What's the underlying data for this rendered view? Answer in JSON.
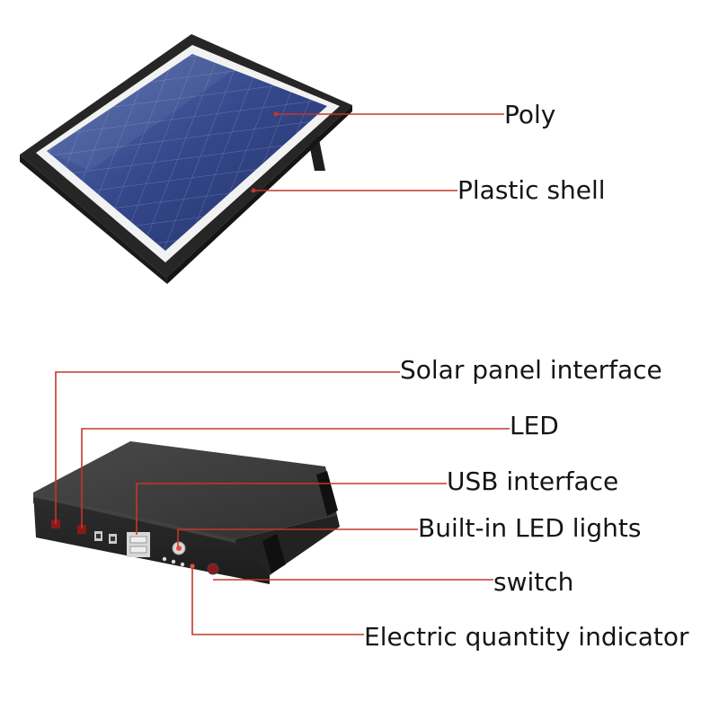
{
  "labels": {
    "poly": "Poly",
    "plastic_shell": "Plastic shell",
    "solar_panel_interface": "Solar panel interface",
    "led": "LED",
    "usb_interface": "USB interface",
    "built_in_led_lights": "Built-in LED lights",
    "switch": "switch",
    "electric_quantity_indicator": "Electric quantity indicator"
  },
  "colors": {
    "leader_line": "#c0392b",
    "panel_frame": "#2b2b2b",
    "panel_cells": "#2c3f78",
    "box_body": "#2a2a2a"
  }
}
